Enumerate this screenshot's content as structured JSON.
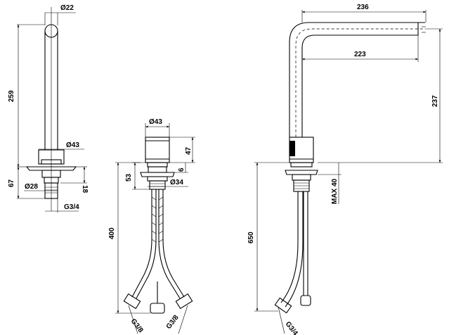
{
  "view_side": {
    "dia_top": "Ø22",
    "height": "259",
    "dia_base": "Ø43",
    "dia_shank": "Ø28",
    "base_height": "67",
    "flange": "18",
    "thread": "G3/4"
  },
  "view_body": {
    "dia_body": "Ø43",
    "height_body": "47",
    "gap": "6",
    "height_total": "53",
    "dia_shank": "Ø34",
    "hose_length": "400",
    "thread_left": "G3/8",
    "thread_right": "G3/8"
  },
  "view_front": {
    "reach_outer": "236",
    "reach_inner": "223",
    "height_spout": "237",
    "hose_length": "650",
    "max_thickness": "MAX 40",
    "thread": "G3/4"
  }
}
